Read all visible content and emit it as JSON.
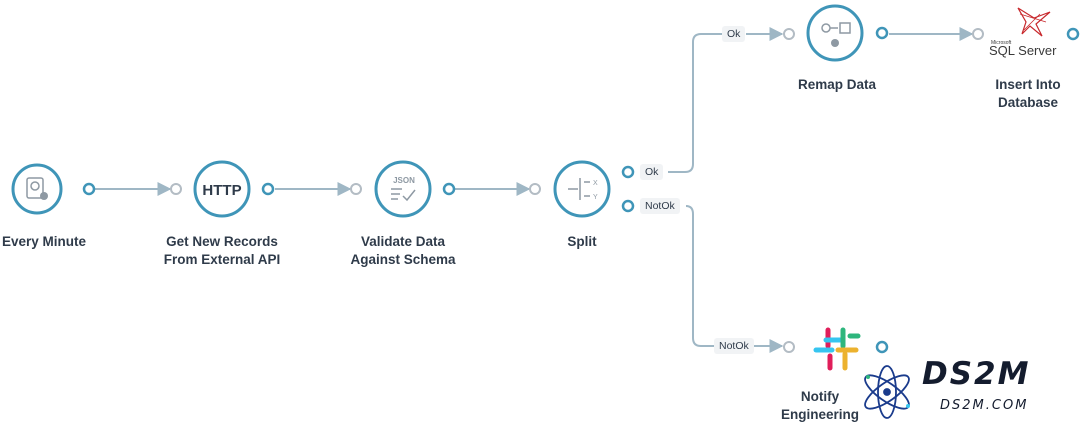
{
  "nodes": {
    "every_minute": {
      "label_lines": [
        "Every Minute"
      ],
      "icon": "schedule-gear-icon"
    },
    "http": {
      "label_lines": [
        "Get New Records",
        "From External API"
      ],
      "icon_text": "HTTP"
    },
    "json": {
      "label_lines": [
        "Validate Data",
        "Against Schema"
      ],
      "icon_text": "JSON"
    },
    "split": {
      "label_lines": [
        "Split"
      ],
      "icon": "split-icon"
    },
    "remap": {
      "label_lines": [
        "Remap Data"
      ],
      "icon": "remap-gear-icon"
    },
    "sql": {
      "label_lines": [
        "Insert Into",
        "Database"
      ],
      "icon_brand": "Microsoft",
      "icon_text": "SQL Server"
    },
    "slack": {
      "label_lines": [
        "Notify",
        "Engineering"
      ],
      "icon": "slack-icon"
    }
  },
  "split_outputs": {
    "ok": "Ok",
    "notok": "NotOk"
  },
  "edge_labels": {
    "ok": "Ok",
    "notok": "NotOk"
  },
  "watermark": {
    "title": "DS2M",
    "url": "DS2M.COM"
  },
  "colors": {
    "node_ring": "#3f95b8",
    "connector": "#9fb7c5",
    "port": "#3f95b8",
    "label": "#2f3b4a"
  }
}
